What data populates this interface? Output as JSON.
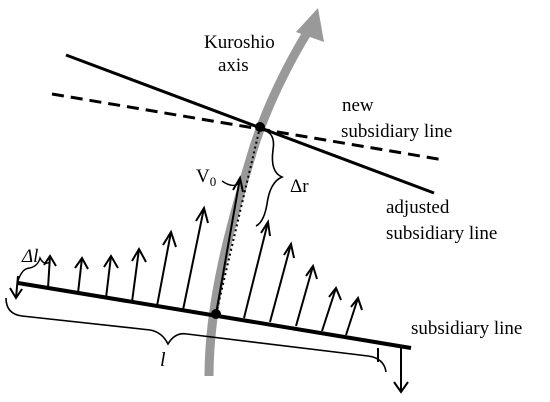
{
  "labels": {
    "kuroshio_line1": "Kuroshio",
    "kuroshio_line2": "axis",
    "new_line1": "new",
    "new_line2": "subsidiary line",
    "adjusted_line1": "adjusted",
    "adjusted_line2": "subsidiary line",
    "subsidiary": "subsidiary line",
    "v0_main": "V",
    "v0_sub": "0",
    "delta_r": "Δr",
    "delta_l": "Δl",
    "l": "l"
  },
  "colors": {
    "ink": "#000000",
    "axis_gray": "#999999"
  }
}
